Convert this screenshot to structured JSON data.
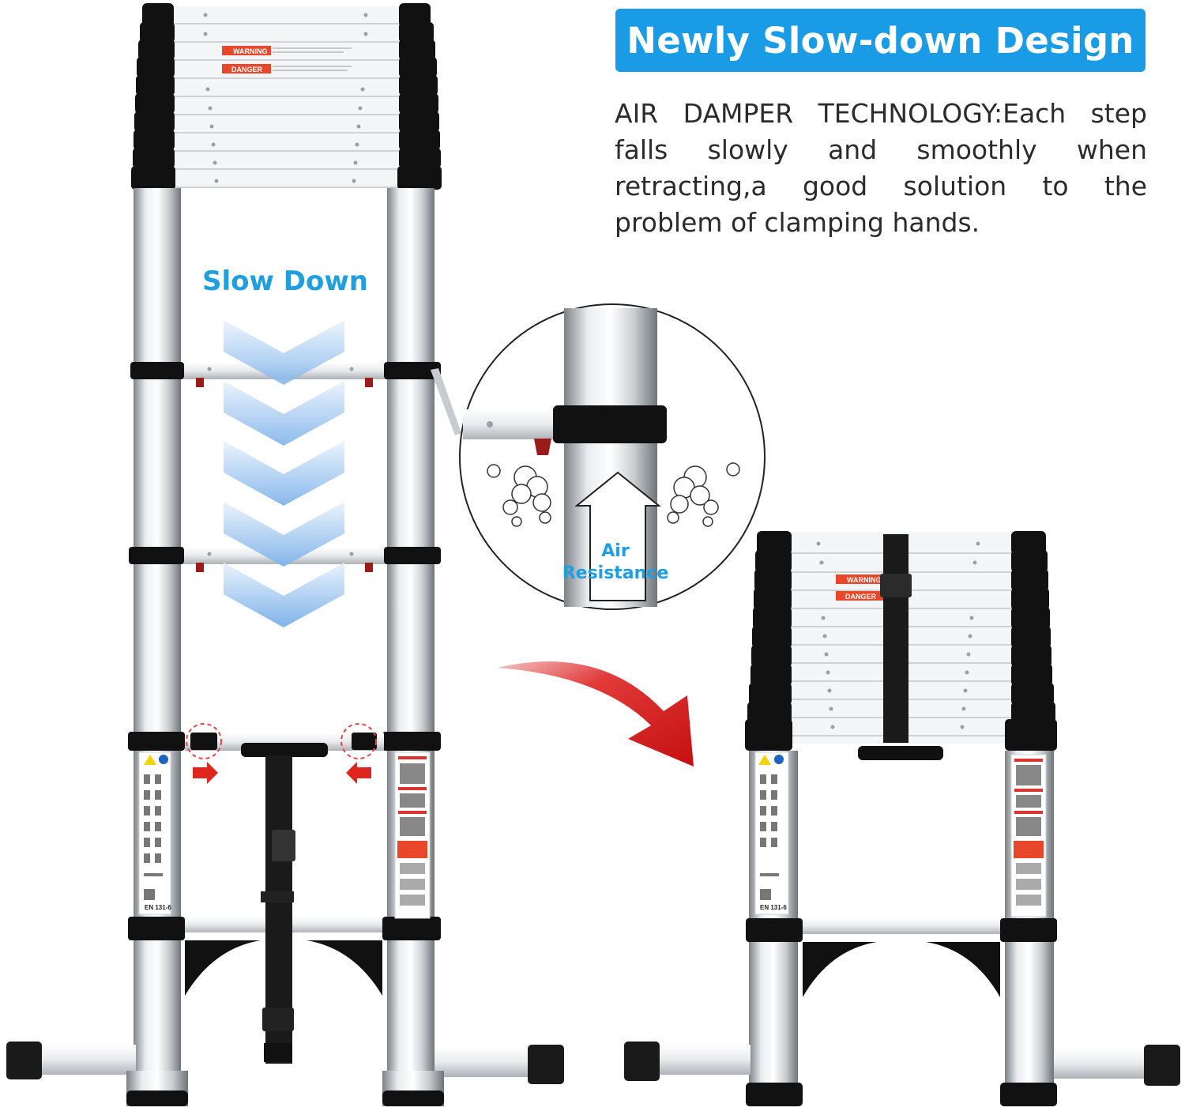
{
  "header": {
    "title": "Newly Slow-down Design"
  },
  "description": {
    "text": "AIR DAMPER TECHNOLOGY:Each step falls slowly and smoothly when retracting,a good solution to the problem of clamping hands."
  },
  "labels": {
    "slow_down": "Slow Down",
    "air_line1": "Air",
    "air_line2": "Resistance",
    "warning": "WARNING",
    "danger": "DANGER",
    "standard": "EN 131-6"
  },
  "colors": {
    "badge_blue": "#1a9be6",
    "label_blue": "#1e9fe0",
    "arrow_red": "#d71a1a",
    "sticker_red": "#e8472b"
  },
  "icons": [
    "slow-down-chevrons",
    "air-resistance-arrow",
    "air-puff-clouds",
    "curved-red-arrow",
    "push-arrow-right",
    "push-arrow-left"
  ]
}
